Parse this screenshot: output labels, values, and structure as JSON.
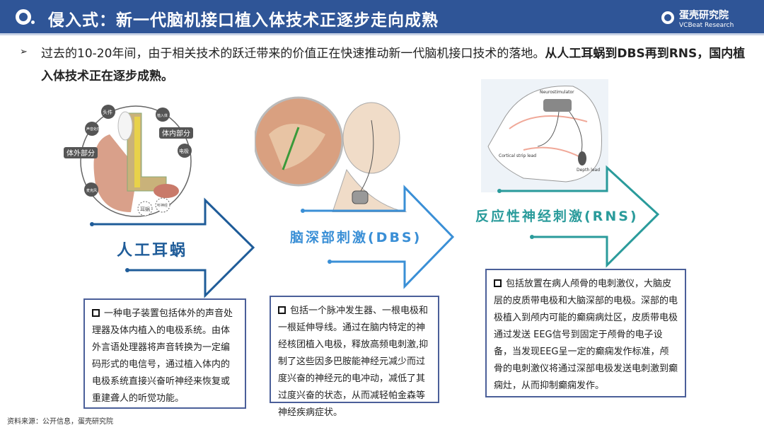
{
  "header": {
    "title": "侵入式：新一代脑机接口植入体技术正逐步走向成熟",
    "brand_name": "蛋壳研究院",
    "brand_en": "VCBeat Research"
  },
  "intro": {
    "text": "过去的10-20年间，由于相关技术的跃迁带来的价值正在快速推动新一代脑机接口技术的落地。",
    "bold": "从人工耳蜗到DBS再到RNS，国内植入体技术正在逐步成熟。"
  },
  "ear_labels": [
    "头件",
    "声音处理器",
    "植入体",
    "体内部分",
    "电极",
    "体外部分",
    "麦克风",
    "耳蜗",
    "听神经"
  ],
  "rns_labels": [
    "Neurostimulator",
    "Cortical strip lead",
    "Depth lead"
  ],
  "stages": [
    {
      "label": "人工耳蜗",
      "color": "#1f5c99",
      "desc": "一种电子装置包括体外的声音处理器及体内植入的电极系统。由体外言语处理器将声音转换为一定编码形式的电信号，通过植入体内的电极系统直接兴奋听神经来恢复或重建聋人的听觉功能。"
    },
    {
      "label": "脑深部刺激(DBS)",
      "color": "#3a8fd6",
      "desc": "包括一个脉冲发生器、一根电极和一根延伸导线。通过在脑内特定的神经核团植入电极，释放高频电刺激,抑制了这些因多巴胺能神经元减少而过度兴奋的神经元的电冲动，减低了其过度兴奋的状态，从而减轻帕金森等神经疾病症状。"
    },
    {
      "label": "反应性神经刺激(RNS)",
      "color": "#2a9b9b",
      "desc": "包括放置在病人颅骨的电刺激仪，大脑皮层的皮质带电极和大脑深部的电极。深部的电极植入到颅内可能的癫痫病灶区，皮质带电极通过发送 EEG信号到固定于颅骨的电子设备，当发现EEG呈一定的癫痫发作标准，颅骨的电刺激仪将通过深部电极发送电刺激到癫痫灶，从而抑制癫痫发作。"
    }
  ],
  "source": "资料来源：公开信息，蛋壳研究院"
}
